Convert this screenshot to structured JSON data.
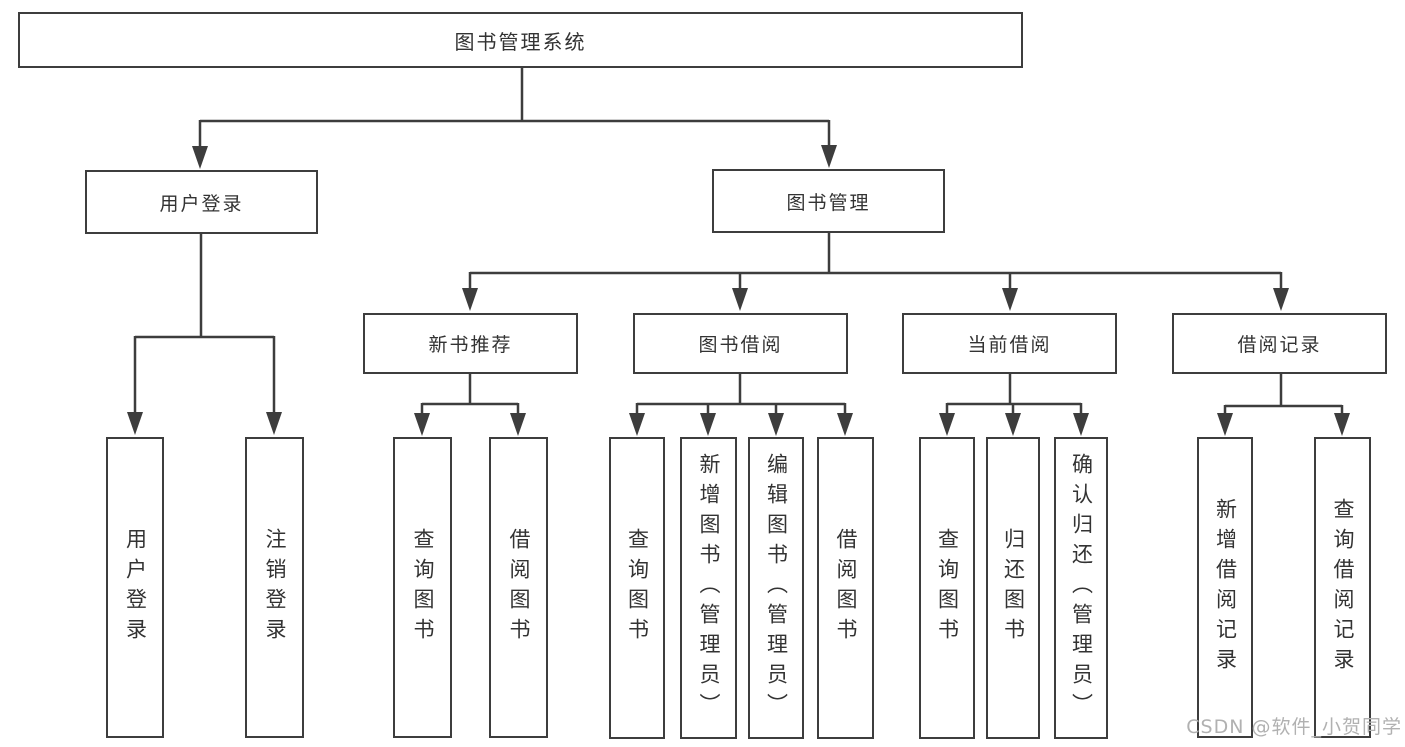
{
  "diagram": {
    "title": "图书管理系统",
    "level2": {
      "user": "用户登录",
      "mgmt": "图书管理"
    },
    "level3": {
      "rec": "新书推荐",
      "borrow": "图书借阅",
      "current": "当前借阅",
      "records": "借阅记录"
    },
    "leaves": {
      "user": [
        "用户登录",
        "注销登录"
      ],
      "rec": [
        "查询图书",
        "借阅图书"
      ],
      "borrow": [
        "查询图书",
        "新增图书（管理员）",
        "编辑图书（管理员）",
        "借阅图书"
      ],
      "current": [
        "查询图书",
        "归还图书",
        "确认归还（管理员）"
      ],
      "records": [
        "新增借阅记录",
        "查询借阅记录"
      ]
    }
  },
  "watermark": "CSDN @软件_小贺同学",
  "colors": {
    "line": "#3d3d3d",
    "text": "#333333",
    "watermark": "#b1b1b1",
    "background": "#ffffff"
  }
}
